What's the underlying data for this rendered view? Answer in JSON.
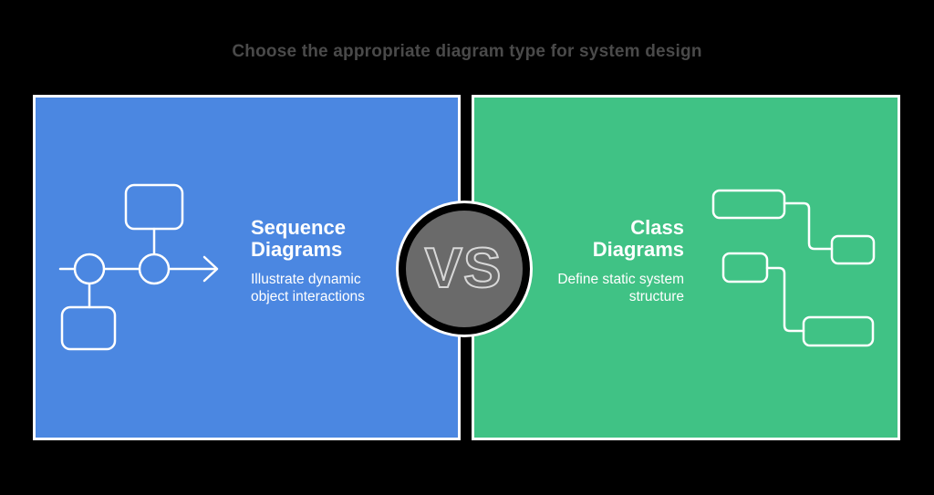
{
  "title": {
    "text": "Choose the appropriate diagram type for system design"
  },
  "left_panel": {
    "heading": "Sequence Diagrams",
    "heading_lines": [
      "Sequence",
      "Diagrams"
    ],
    "description": "Illustrate dynamic object interactions",
    "description_lines": [
      "Illustrate dynamic",
      "object interactions"
    ],
    "icon": "sequence-diagram-icon"
  },
  "right_panel": {
    "heading": "Class Diagrams",
    "heading_lines": [
      "Class",
      "Diagrams"
    ],
    "description": "Define static system structure",
    "description_lines": [
      "Define static system",
      "structure"
    ],
    "icon": "class-diagram-icon"
  },
  "vs_badge": {
    "label": "VS"
  },
  "colors": {
    "background": "#000000",
    "left-panel": "#4b87e1",
    "right-panel": "#40c285",
    "panel-border": "#ffffff",
    "title-text": "#4a4a4a",
    "panel-text": "#ffffff",
    "vs-circle": "#6a6a6a",
    "vs-outline": "#d8d8d8",
    "vs-ring": "#000000"
  }
}
